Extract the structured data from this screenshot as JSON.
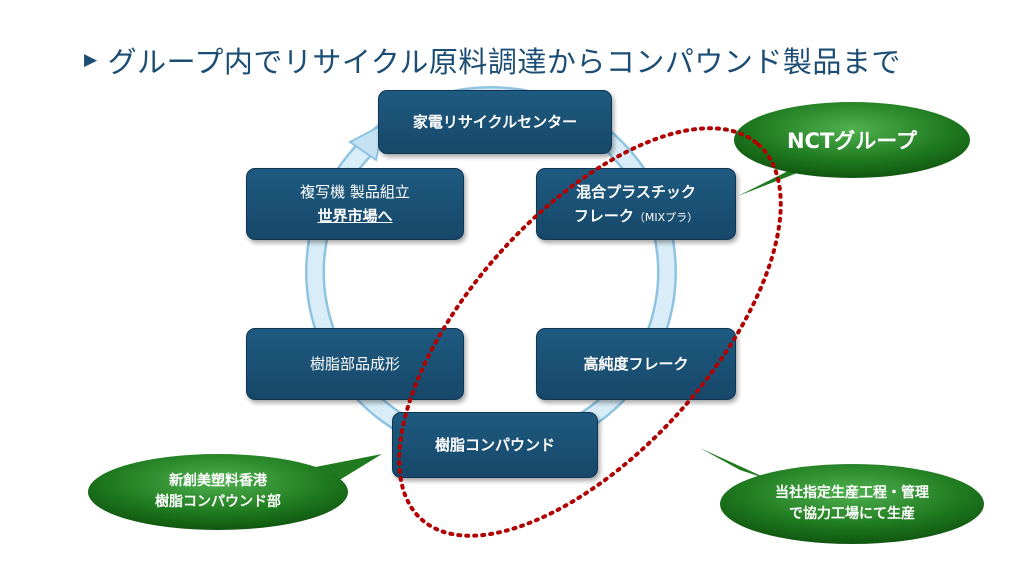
{
  "title": "グループ内でリサイクル原料調達からコンパウンド製品まで",
  "nodes": {
    "appliance_recycle": "家電リサイクルセンター",
    "mixed_flake_line1": "混合プラスチック",
    "mixed_flake_line2": "フレーク",
    "mixed_flake_sub": "（MIXプラ）",
    "high_purity_flake": "高純度フレーク",
    "resin_compound": "樹脂コンパウンド",
    "resin_molding": "樹脂部品成形",
    "copier_line1": "複写機 製品組立",
    "copier_line2": "世界市場へ"
  },
  "callouts": {
    "nct_group": "NCTグループ",
    "hk_line1": "新創美塑料香港",
    "hk_line2": "樹脂コンパウンド部",
    "partner_line1": "当社指定生産工程・管理",
    "partner_line2": "で協力工場にて生産"
  },
  "colors": {
    "node_fill": "#1b5279",
    "title": "#1c4d74",
    "cycle_arrow": "#bfdcef",
    "dotted_ellipse": "#b00000",
    "callout_green": "#1f7a1f"
  }
}
